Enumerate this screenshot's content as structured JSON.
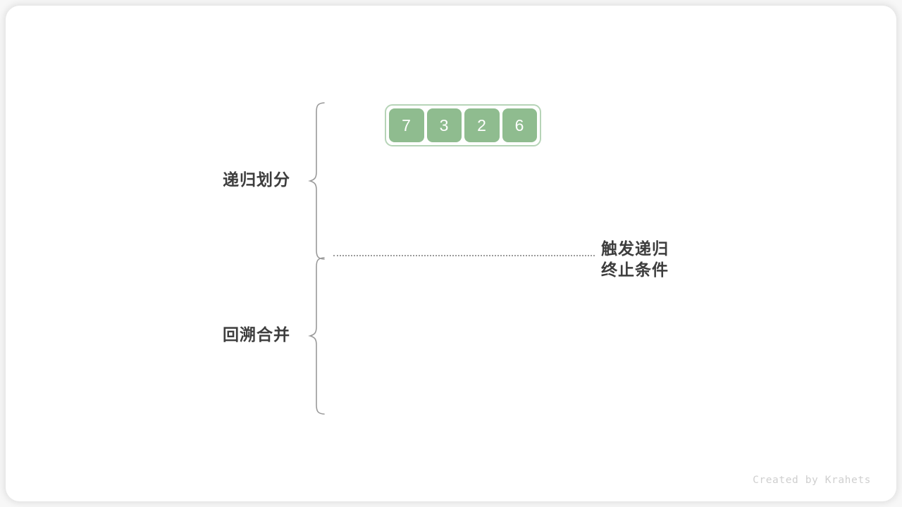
{
  "diagram": {
    "title": "merge-sort-recursion-divide-and-merge",
    "array": {
      "name": "input-array",
      "cells": [
        "7",
        "3",
        "2",
        "6"
      ],
      "cell_color": "#8fbc8f",
      "cell_text_color": "#ffffff",
      "container_border_color": "#b6d4b7"
    },
    "sections": [
      {
        "id": "divide",
        "label": "递归划分"
      },
      {
        "id": "merge",
        "label": "回溯合并"
      }
    ],
    "divider": {
      "style": "dotted",
      "color": "#9a9a9a"
    },
    "annotation": {
      "line1": "触发递归",
      "line2": "终止条件"
    },
    "brace_color": "#999999",
    "label_color": "#3d3d3d"
  },
  "footer": {
    "credit": "Created by Krahets"
  }
}
